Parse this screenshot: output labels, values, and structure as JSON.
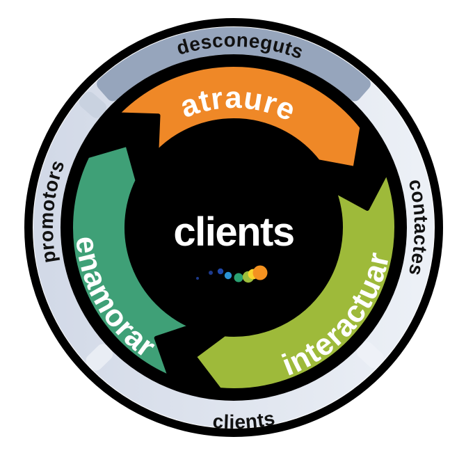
{
  "diagram": {
    "center": {
      "label": "clients"
    },
    "wheel_segments": [
      {
        "label": "atraure",
        "color": "#ef8827"
      },
      {
        "label": "interactuar",
        "color": "#9eba3a"
      },
      {
        "label": "enamorar",
        "color": "#3fa077"
      }
    ],
    "wheel_label_color": "#ffffff",
    "outer_ring": {
      "labels": [
        {
          "label": "desconeguts"
        },
        {
          "label": "contactes"
        },
        {
          "label": "clients"
        },
        {
          "label": "promotors"
        }
      ],
      "text_color": "#111111",
      "base_color_left": "#d2d9e7",
      "base_color_right": "#ecf0f6",
      "highlight_segment_color": "#96a5bc",
      "marker_colors": [
        "#c9d2e0",
        "#e9edf4",
        "#eef1f7"
      ]
    },
    "center_dots": [
      {
        "color": "#1d3a8c"
      },
      {
        "color": "#1d3a8c"
      },
      {
        "color": "#1f47a8"
      },
      {
        "color": "#2a92d4"
      },
      {
        "color": "#2aa172"
      },
      {
        "color": "#9dbd3b"
      },
      {
        "color": "#f7d32a"
      },
      {
        "color": "#f49220"
      }
    ],
    "background_color": "#ffffff",
    "outline_color": "#000000"
  }
}
